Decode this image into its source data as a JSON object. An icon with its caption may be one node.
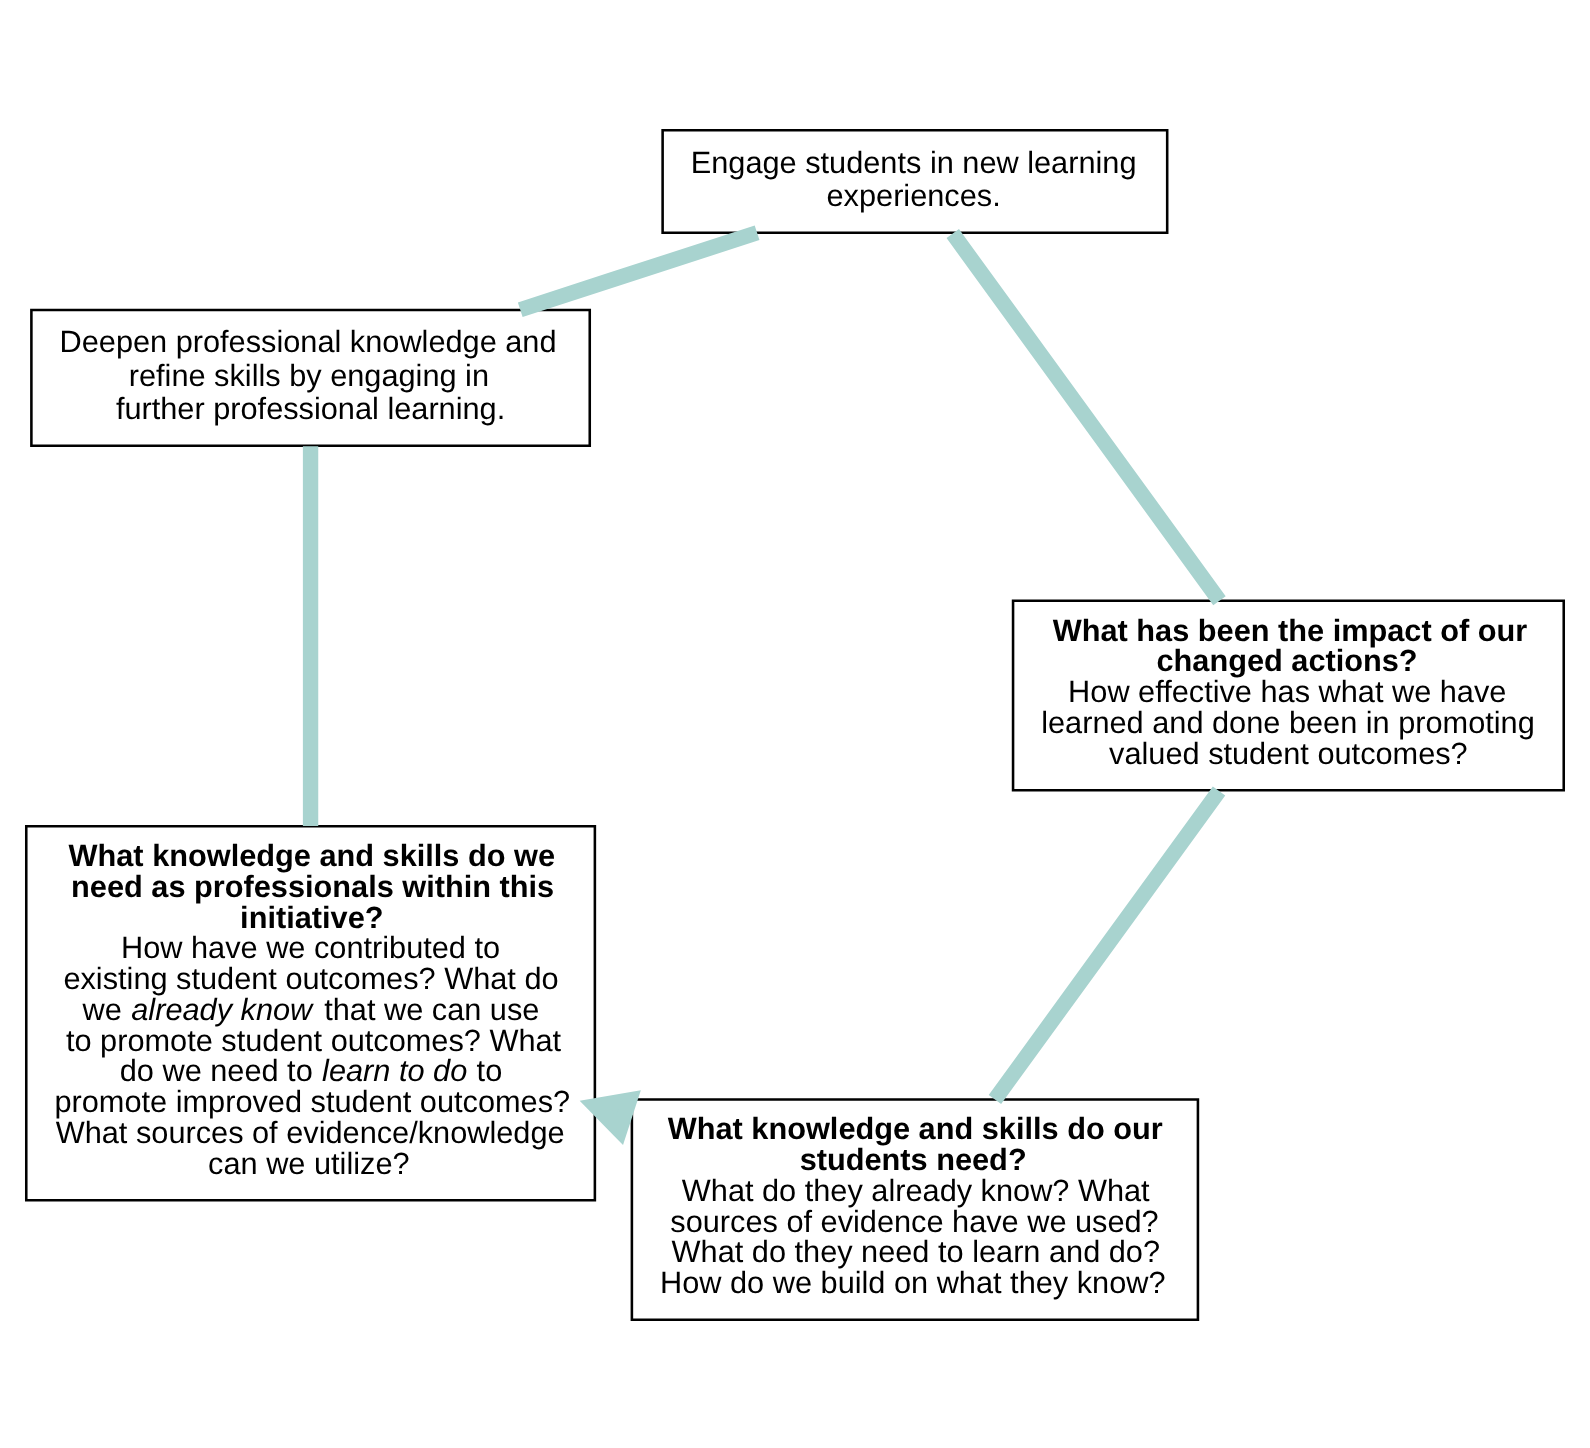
{
  "diagram": {
    "nodes": [
      {
        "text": [
          "What knowledge and skills do our students need?",
          "What do they already know? What sources of evidence have we used? What do they need to learn and do? How do we build on what they know?"
        ]
      },
      {
        "text": [
          "What knowledge and skills do we need as professionals within this initiative?",
          "How have we contributed to existing student outcomes? What do we *already know* that we can use to promote student outcomes? What do we need to *learn to do* to promote improved student outcomes? What sources of evidence/knowledge can we utilize?"
        ]
      },
      {
        "text": [
          "Deepen professional knowledge and refine skills by engaging in further professional learning."
        ]
      },
      {
        "text": [
          "Engage students in new learning experiences."
        ]
      },
      {
        "text": [
          "What has been the impact of our changed actions?",
          "How effective has what we have learned and done been in promoting valued student outcomes?"
        ]
      }
    ],
    "edges": [
      {
        "from": 0,
        "to": 1,
        "arrow": "to"
      },
      {
        "from": 1,
        "to": 2,
        "arrow": "none"
      },
      {
        "from": 2,
        "to": 3,
        "arrow": "none"
      },
      {
        "from": 3,
        "to": 4,
        "arrow": "none"
      },
      {
        "from": 4,
        "to": 0,
        "arrow": "none"
      }
    ]
  }
}
